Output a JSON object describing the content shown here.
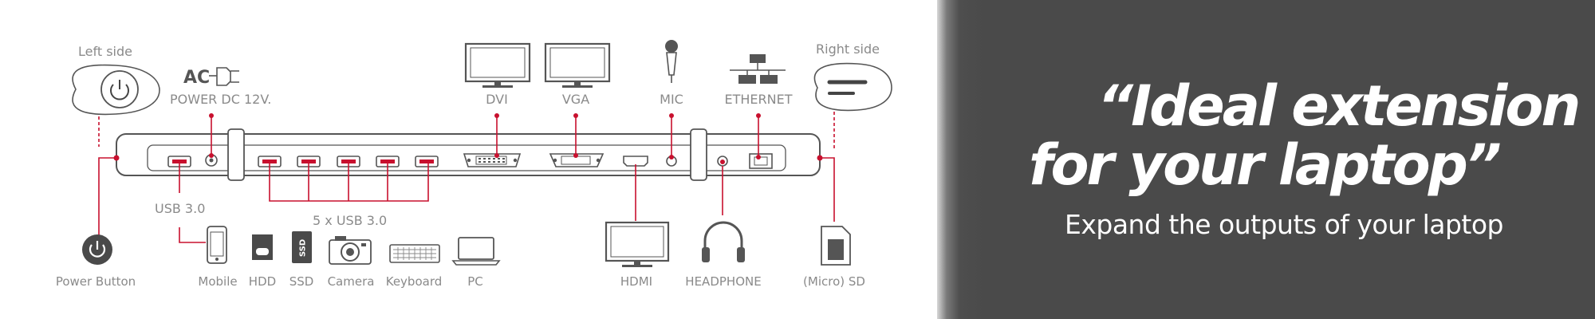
{
  "diagram": {
    "left_side_label": "Left side",
    "right_side_label": "Right side",
    "ac_label": "AC",
    "power_dc_label": "POWER DC 12V.",
    "dvi_label": "DVI",
    "vga_label": "VGA",
    "mic_label": "MIC",
    "ethernet_label": "ETHERNET",
    "usb30_label": "USB 3.0",
    "usb30x5_label": "5 x USB 3.0",
    "ssd_icon_text": "SSD",
    "bottom_labels": {
      "power_button": "Power Button",
      "mobile": "Mobile",
      "hdd": "HDD",
      "ssd": "SSD",
      "camera": "Camera",
      "keyboard": "Keyboard",
      "pc": "PC",
      "hdmi": "HDMI",
      "headphone": "HEADPHONE",
      "micro_sd": "(Micro) SD"
    },
    "colors": {
      "accent": "#c8102e",
      "line": "#555555",
      "label": "#8a8a8a"
    }
  },
  "headline": {
    "line1": "“Ideal extension",
    "line2": "for your laptop”",
    "subtitle": "Expand the outputs of your laptop"
  },
  "panel_color": "#4a4a4a"
}
